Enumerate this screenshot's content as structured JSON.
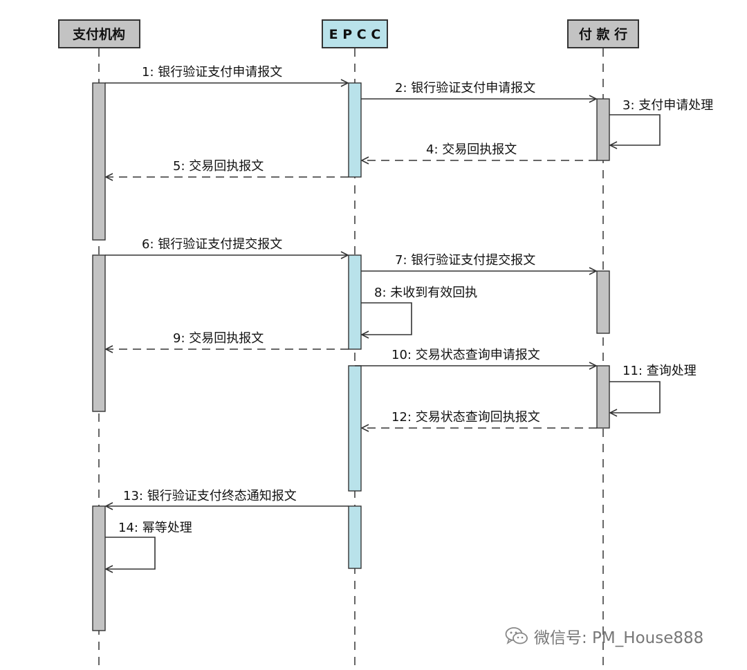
{
  "participants": [
    {
      "id": "payinst",
      "label": "支付机构",
      "fill": "#c3c3c3"
    },
    {
      "id": "epcc",
      "label": "E P C C",
      "fill": "#b9e2ea"
    },
    {
      "id": "payer_bank",
      "label": "付 款 行",
      "fill": "#c3c3c3"
    }
  ],
  "messages": [
    {
      "n": "1",
      "text": "1: 银行验证支付申请报文",
      "from": "payinst",
      "to": "epcc",
      "style": "sync"
    },
    {
      "n": "2",
      "text": "2: 银行验证支付申请报文",
      "from": "epcc",
      "to": "payer_bank",
      "style": "sync"
    },
    {
      "n": "3",
      "text": "3: 支付申请处理",
      "from": "payer_bank",
      "to": "payer_bank",
      "style": "self"
    },
    {
      "n": "4",
      "text": "4: 交易回执报文",
      "from": "payer_bank",
      "to": "epcc",
      "style": "return"
    },
    {
      "n": "5",
      "text": "5: 交易回执报文",
      "from": "epcc",
      "to": "payinst",
      "style": "return"
    },
    {
      "n": "6",
      "text": "6: 银行验证支付提交报文",
      "from": "payinst",
      "to": "epcc",
      "style": "sync"
    },
    {
      "n": "7",
      "text": "7: 银行验证支付提交报文",
      "from": "epcc",
      "to": "payer_bank",
      "style": "sync"
    },
    {
      "n": "8",
      "text": "8: 未收到有效回执",
      "from": "epcc",
      "to": "epcc",
      "style": "self"
    },
    {
      "n": "9",
      "text": "9: 交易回执报文",
      "from": "epcc",
      "to": "payinst",
      "style": "return"
    },
    {
      "n": "10",
      "text": "10: 交易状态查询申请报文",
      "from": "epcc",
      "to": "payer_bank",
      "style": "sync"
    },
    {
      "n": "11",
      "text": "11: 查询处理",
      "from": "payer_bank",
      "to": "payer_bank",
      "style": "self"
    },
    {
      "n": "12",
      "text": "12: 交易状态查询回执报文",
      "from": "payer_bank",
      "to": "epcc",
      "style": "return"
    },
    {
      "n": "13",
      "text": "13: 银行验证支付终态通知报文",
      "from": "epcc",
      "to": "payinst",
      "style": "sync"
    },
    {
      "n": "14",
      "text": "14: 幂等处理",
      "from": "payinst",
      "to": "payinst",
      "style": "self"
    }
  ],
  "colors": {
    "line": "#333333",
    "gray_bar": "#c3c3c3",
    "cyan_bar": "#b9e2ea",
    "watermark": "#777777"
  },
  "watermark": {
    "icon": "wechat-icon",
    "text": "微信号: PM_House888"
  }
}
